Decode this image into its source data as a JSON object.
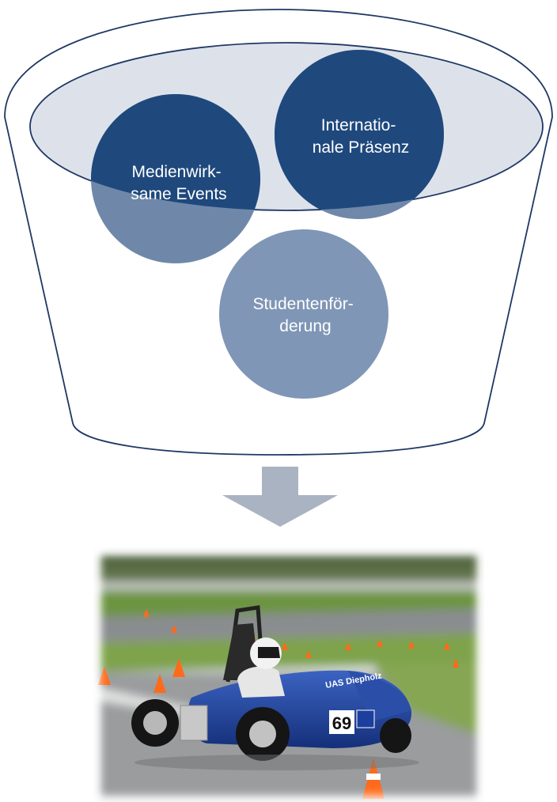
{
  "diagram": {
    "type": "funnel",
    "colors": {
      "funnel_outline": "#1f3864",
      "funnel_fill": "#ffffff",
      "rim_fill": "#dde2ea",
      "circle_dark": "#1f497d",
      "circle_medium": "#6f88aa",
      "circle_light": "#7f96b6",
      "arrow": "#aab3c2"
    },
    "circles": [
      {
        "lines": [
          "Medienwirk-",
          "same Events"
        ]
      },
      {
        "lines": [
          "Internatio-",
          "nale Präsenz"
        ]
      },
      {
        "lines": [
          "Studentenför-",
          "derung"
        ]
      }
    ],
    "arrow": {
      "icon": "down-arrow-icon"
    },
    "photo": {
      "icon": "race-car-photo",
      "car_number": "69",
      "car_sponsor_text": "UAS Diepholz"
    }
  }
}
